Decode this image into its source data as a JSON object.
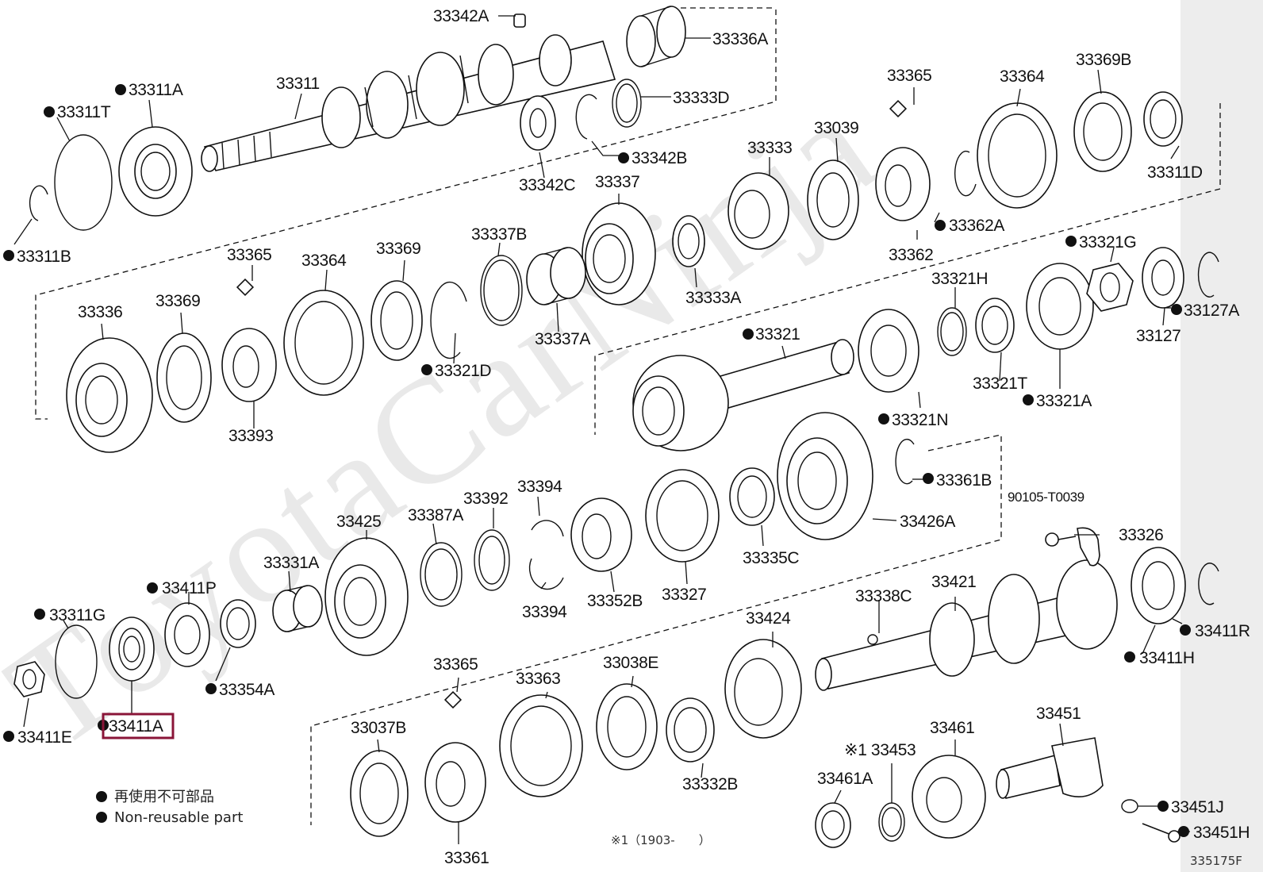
{
  "watermark": "ToyotaCarNinja",
  "labels": {
    "l_33342A": "33342A",
    "l_33336A": "33336A",
    "l_33311": "33311",
    "l_33311A": "33311A",
    "l_33311T": "33311T",
    "l_33333D": "33333D",
    "l_33342C": "33342C",
    "l_33342B": "33342B",
    "l_33311B": "33311B",
    "l_33365a": "33365",
    "l_33364a": "33364",
    "l_33369Ba": "33369B",
    "l_33039": "33039",
    "l_33333": "33333",
    "l_33337": "33337",
    "l_33311D": "33311D",
    "l_33362A": "33362A",
    "l_33362": "33362",
    "l_33365b": "33365",
    "l_33364b": "33364",
    "l_33369": "33369",
    "l_33337B": "33337B",
    "l_33336": "33336",
    "l_33369b": "33369",
    "l_33393": "33393",
    "l_33321D": "33321D",
    "l_33337A": "33337A",
    "l_33333A": "33333A",
    "l_33321G": "33321G",
    "l_33321H": "33321H",
    "l_33321": "33321",
    "l_33127A": "33127A",
    "l_33127": "33127",
    "l_33321T": "33321T",
    "l_33321A": "33321A",
    "l_33321N": "33321N",
    "l_33361B": "33361B",
    "l_90105": "90105-T0039",
    "l_33326": "33326",
    "l_33426A": "33426A",
    "l_33394a": "33394",
    "l_33392": "33392",
    "l_33387A": "33387A",
    "l_33425": "33425",
    "l_33331A": "33331A",
    "l_33411P": "33411P",
    "l_33311G": "33311G",
    "l_33335C": "33335C",
    "l_33352B": "33352B",
    "l_33327": "33327",
    "l_33394b": "33394",
    "l_33338C": "33338C",
    "l_33421": "33421",
    "l_33424": "33424",
    "l_33411R": "33411R",
    "l_33411H": "33411H",
    "l_33354A": "33354A",
    "l_33411A": "33411A",
    "l_33411E": "33411E",
    "l_33365c": "33365",
    "l_33363": "33363",
    "l_33038E": "33038E",
    "l_33037B": "33037B",
    "l_33332B": "33332B",
    "l_33453": "※1 33453",
    "l_33461": "33461",
    "l_33451": "33451",
    "l_33461A": "33461A",
    "l_33451J": "33451J",
    "l_33451H": "33451H",
    "l_33361": "33361"
  },
  "legend": {
    "jp": "再使用不可部品",
    "en": "Non-reusable part"
  },
  "footnote": "※1（1903-　　）",
  "figure_code": "335175F",
  "highlight_part": "33411A"
}
